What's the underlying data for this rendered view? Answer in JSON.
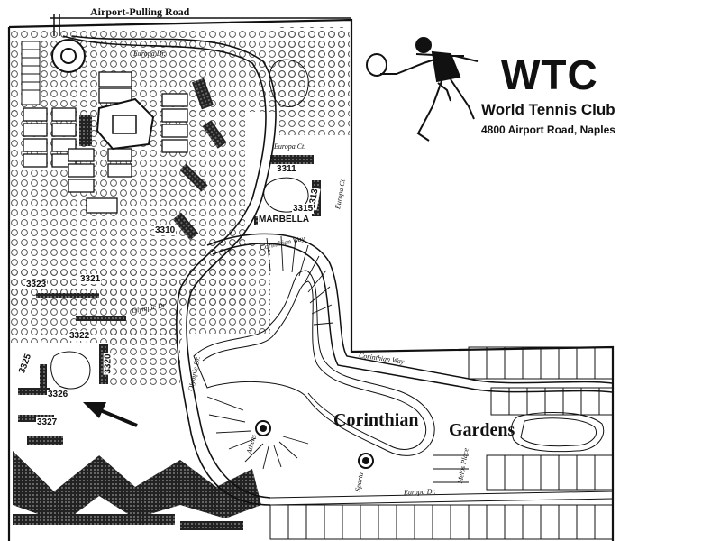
{
  "header": {
    "brand_short": "WTC",
    "brand_full": "World Tennis Club",
    "address": "4800 Airport Road, Naples"
  },
  "map": {
    "top_road": "Airport-Pulling Road",
    "area_name_1": "Corinthian",
    "area_name_2": "Gardens",
    "streets": {
      "europa_dr_top": "Europa Dr.",
      "europa_ct": "Europa Ct.",
      "europa_ct_side": "Europa Ct.",
      "corinthian_way_top": "Corinthian Way",
      "corinthian_way_mid": "Corinthian Way",
      "olympic_dr": "Olympic Dr.",
      "europa_dr_bottom": "Europa Dr.",
      "melos_place": "Melos Place",
      "athens": "Athens",
      "olympic_side": "Olympic Dr.",
      "sparta": "Sparta"
    },
    "buildings": {
      "b3311": "3311",
      "b3313": "3313",
      "b3315": "3315",
      "b3310": "3310",
      "b3321": "3321",
      "b3323": "3323",
      "b3322": "3322",
      "b3320": "3320",
      "b3326": "3326",
      "b3327": "3327",
      "b3325": "3325",
      "marbella": "MARBELLA"
    }
  },
  "colors": {
    "ink": "#111111",
    "paper": "#ffffff",
    "tree": "#3a3a3a"
  }
}
